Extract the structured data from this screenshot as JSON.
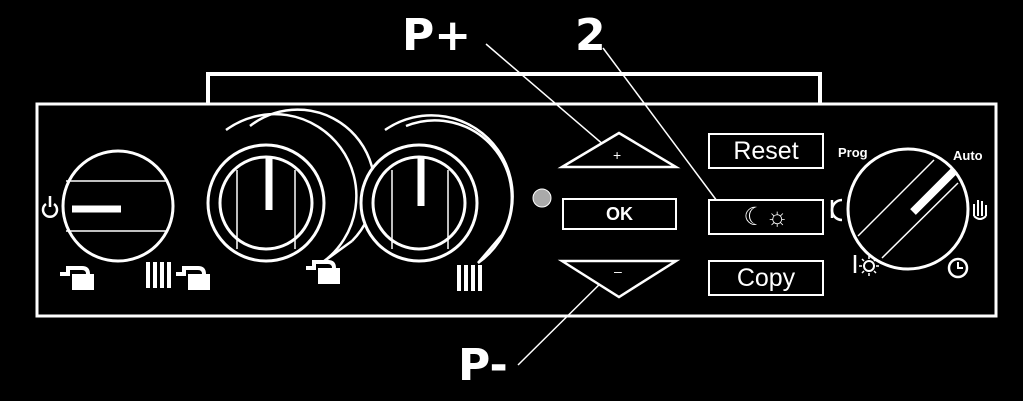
{
  "callouts": {
    "p_plus": "P+",
    "two": "2",
    "p_minus": "P-"
  },
  "buttons": {
    "up_symbol": "+",
    "down_symbol": "–",
    "ok": "OK",
    "reset": "Reset",
    "copy": "Copy",
    "moon_sun": "☾☼"
  },
  "mode_dial": {
    "prog": "Prog",
    "auto": "Auto"
  },
  "icons": {
    "power": "power-icon",
    "tap": "tap-icon",
    "radiator_tap": "radiator-tap-icon",
    "radiator": "radiator-icon",
    "moon": "moon-icon",
    "sun": "sun-icon",
    "hand": "hand-icon",
    "clock": "clock-icon"
  }
}
